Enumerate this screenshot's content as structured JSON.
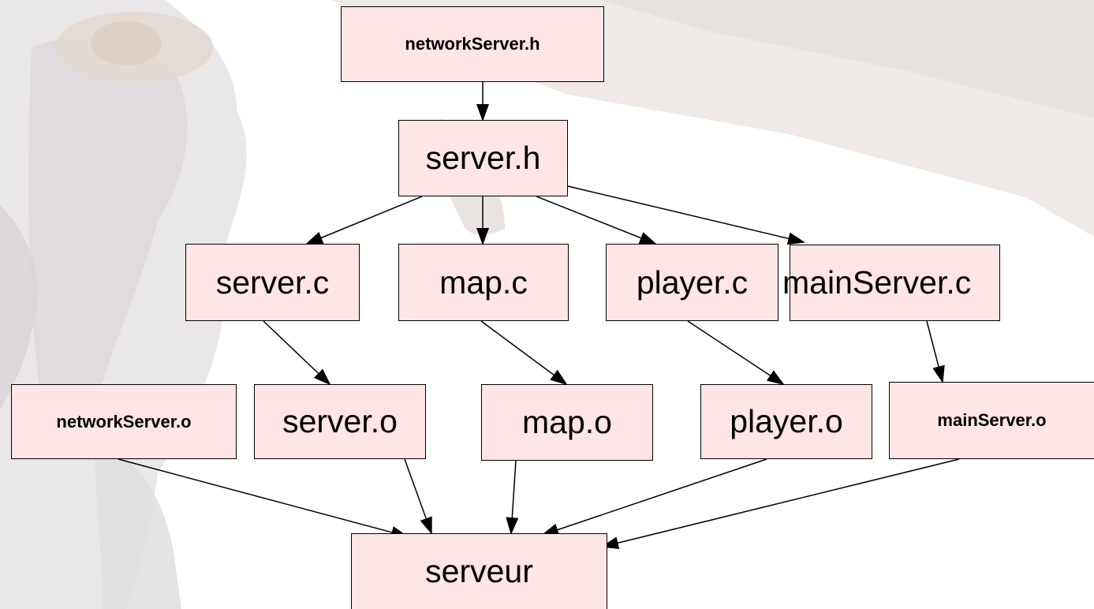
{
  "nodes": {
    "networkServer_h": "networkServer.h",
    "server_h": "server.h",
    "server_c": "server.c",
    "map_c": "map.c",
    "player_c": "player.c",
    "mainServer_c": "mainServer.c",
    "networkServer_o": "networkServer.o",
    "server_o": "server.o",
    "map_o": "map.o",
    "player_o": "player.o",
    "mainServer_o": "mainServer.o",
    "serveur": "serveur"
  },
  "colors": {
    "node_fill": "#ffe5e5",
    "edge": "#000000"
  }
}
